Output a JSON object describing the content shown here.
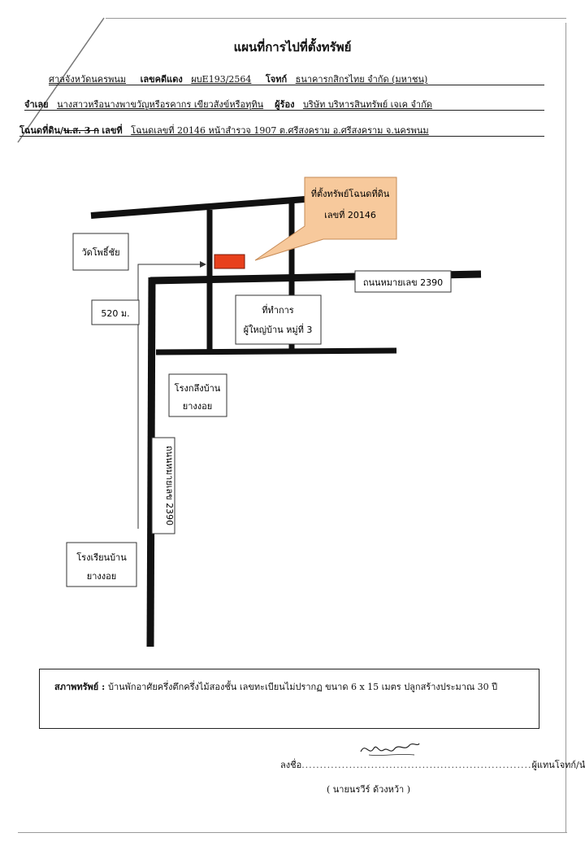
{
  "document": {
    "title": "แผนที่การไปที่ตั้งทรัพย์",
    "line1": {
      "court_value": "ศาลจังหวัดนครพนม",
      "case_label": "เลขคดีแดง",
      "case_value": "ผบE193/2564",
      "plaintiff_label": "โจทก์",
      "plaintiff_value": "ธนาคารกสิกรไทย จำกัด (มหาชน)"
    },
    "line2": {
      "defendant_label": "จำเลย",
      "defendant_value": "นางสาวหรือนางพาขวัญหรือรคากร เขียวสังข์หรือทุทิน",
      "claimant_label": "ผู้ร้อง",
      "claimant_value": "บริษัท บริหารสินทรัพย์ เจเค จำกัด"
    },
    "line3": {
      "deed_label": "โฉนดที่ดิน/",
      "deed_struck": "น.ส. 3 ก",
      "deed_label_end": "เลขที่",
      "deed_value": "โฉนดเลขที่ 20146 หน้าสำรวจ 1907 ต.ศรีสงคราม อ.ศรีสงคราม จ.นครพนม"
    }
  },
  "map": {
    "callout_line1": "ที่ตั้งทรัพย์โฉนดที่ดิน",
    "callout_line2": "เลขที่ 20146",
    "temple": "วัดโพธิ์ชัย",
    "distance": "520 ม.",
    "road_label_h": "ถนนหมายเลข 2390",
    "office_line1": "ที่ทำการ",
    "office_line2": "ผู้ใหญ่บ้าน หมู่ที่ 3",
    "mill_line1": "โรงกลึงบ้าน",
    "mill_line2": "ยางงอย",
    "road_label_v": "ถนนหมายเลข 2390",
    "school_line1": "โรงเรียนบ้าน",
    "school_line2": "ยางงอย",
    "colors": {
      "property": "#e8401c",
      "callout": "#f7c99c",
      "road": "#111111"
    }
  },
  "condition": {
    "label": "สภาพทรัพย์ :",
    "text": "บ้านพักอาศัยครึ่งตึกครึ่งไม้สองชั้น เลขทะเบียนไม่ปรากฏ ขนาด 6 x 15 เมตร ปลูกสร้างประมาณ 30 ปี"
  },
  "signature": {
    "sign_label": "ลงชื่อ",
    "role": "ผู้แทนโจทก์/นำยึด",
    "name": "( นายนรวีร์ ด้วงหว้า )"
  }
}
